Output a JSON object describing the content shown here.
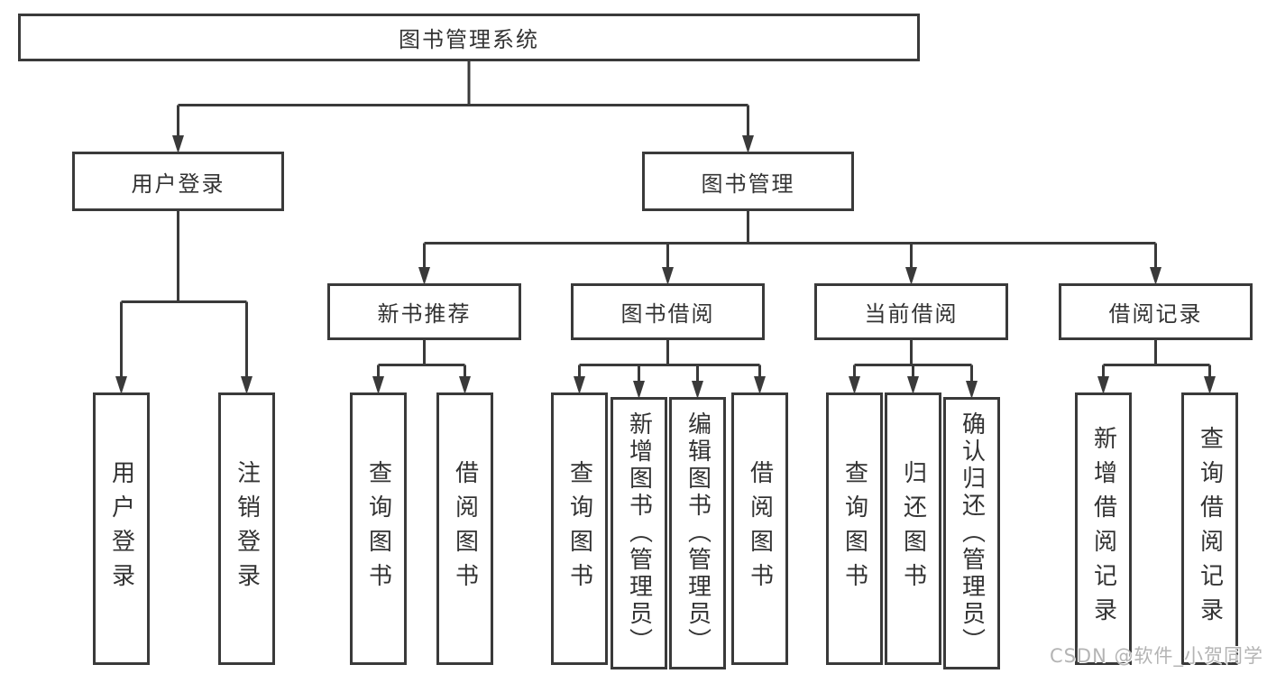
{
  "diagram": {
    "title": "图书管理系统",
    "watermark": "CSDN @软件_小贺同学",
    "colors": {
      "line": "#3a3a3a",
      "box_border": "#3a3a3a",
      "box_fill": "#ffffff",
      "text": "#333333",
      "watermark": "#b4b4b4"
    },
    "nodes": [
      {
        "id": "root",
        "label": "图书管理系统",
        "level": 1
      },
      {
        "id": "user-login",
        "label": "用户登录",
        "level": 2
      },
      {
        "id": "book-management",
        "label": "图书管理",
        "level": 2
      },
      {
        "id": "new-book-recommend",
        "label": "新书推荐",
        "level": 3
      },
      {
        "id": "book-borrow",
        "label": "图书借阅",
        "level": 3
      },
      {
        "id": "current-borrow",
        "label": "当前借阅",
        "level": 3
      },
      {
        "id": "borrow-records",
        "label": "借阅记录",
        "level": 3
      },
      {
        "id": "leaf-user-login",
        "label": "用户登录",
        "level": 4
      },
      {
        "id": "leaf-logout",
        "label": "注销登录",
        "level": 4
      },
      {
        "id": "leaf-query-book-1",
        "label": "查询图书",
        "level": 4
      },
      {
        "id": "leaf-borrow-book-1",
        "label": "借阅图书",
        "level": 4
      },
      {
        "id": "leaf-query-book-2",
        "label": "查询图书",
        "level": 4
      },
      {
        "id": "leaf-add-book",
        "label": "新增图书（管理员）",
        "level": 4
      },
      {
        "id": "leaf-edit-book",
        "label": "编辑图书（管理员）",
        "level": 4
      },
      {
        "id": "leaf-borrow-book-2",
        "label": "借阅图书",
        "level": 4
      },
      {
        "id": "leaf-query-book-3",
        "label": "查询图书",
        "level": 4
      },
      {
        "id": "leaf-return-book",
        "label": "归还图书",
        "level": 4
      },
      {
        "id": "leaf-confirm-return",
        "label": "确认归还（管理员）",
        "level": 4
      },
      {
        "id": "leaf-add-borrow-record",
        "label": "新增借阅记录",
        "level": 4
      },
      {
        "id": "leaf-query-borrow-record",
        "label": "查询借阅记录",
        "level": 4
      }
    ],
    "edges": [
      {
        "from": "root",
        "to": [
          "user-login",
          "book-management"
        ]
      },
      {
        "from": "user-login",
        "to": [
          "leaf-user-login",
          "leaf-logout"
        ]
      },
      {
        "from": "book-management",
        "to": [
          "new-book-recommend",
          "book-borrow",
          "current-borrow",
          "borrow-records"
        ]
      },
      {
        "from": "new-book-recommend",
        "to": [
          "leaf-query-book-1",
          "leaf-borrow-book-1"
        ]
      },
      {
        "from": "book-borrow",
        "to": [
          "leaf-query-book-2",
          "leaf-add-book",
          "leaf-edit-book",
          "leaf-borrow-book-2"
        ]
      },
      {
        "from": "current-borrow",
        "to": [
          "leaf-query-book-3",
          "leaf-return-book",
          "leaf-confirm-return"
        ]
      },
      {
        "from": "borrow-records",
        "to": [
          "leaf-add-borrow-record",
          "leaf-query-borrow-record"
        ]
      }
    ]
  }
}
